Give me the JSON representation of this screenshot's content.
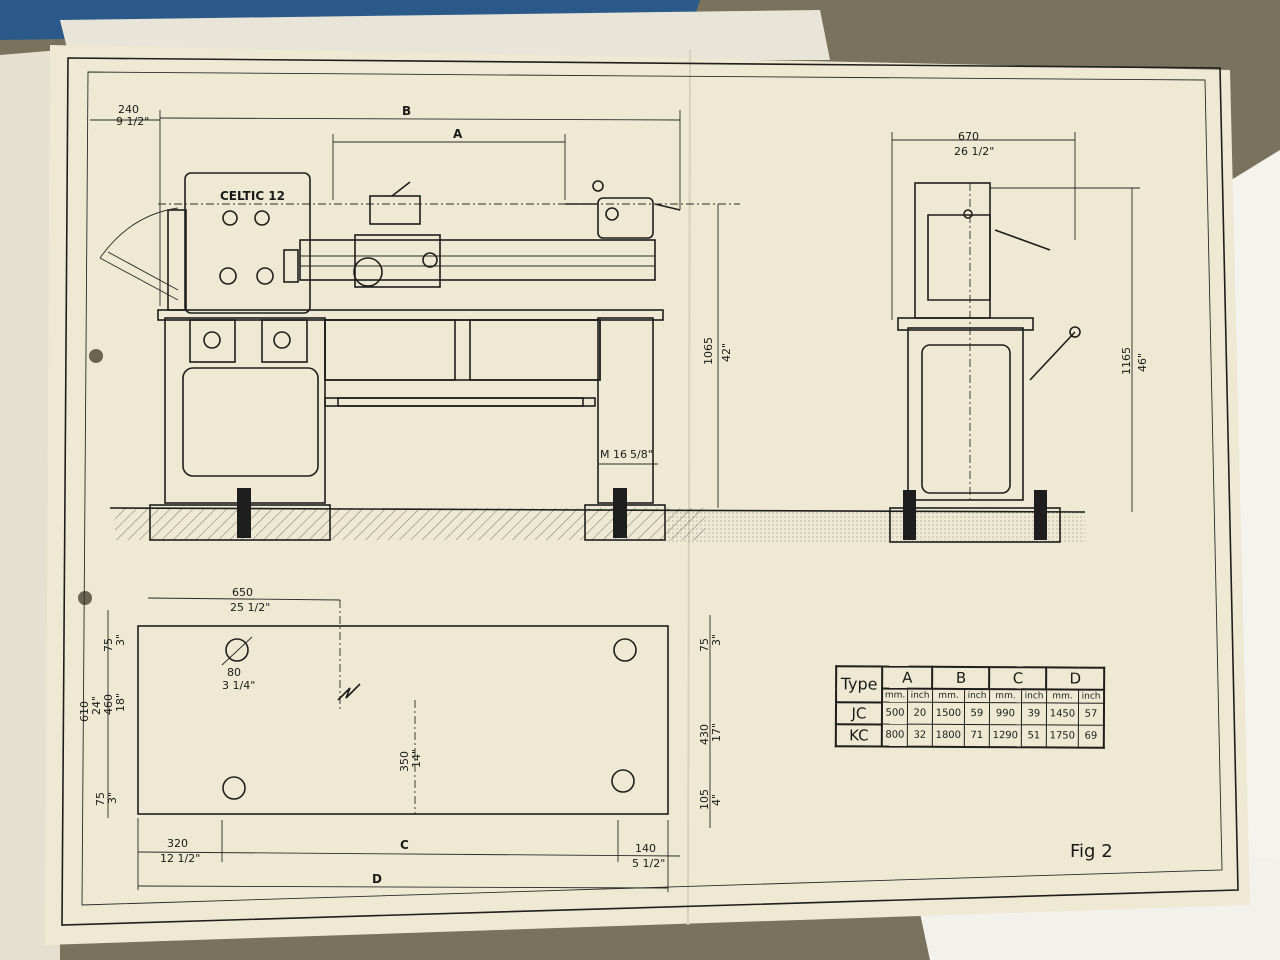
{
  "sheet": {
    "figure_label": "Fig 2",
    "brand": "CELTIC 12",
    "thread_callout": "M 16",
    "thread_inch": "5/8\""
  },
  "front_view": {
    "dim_headstock_mm": "240",
    "dim_headstock_in": "9 1/2\"",
    "dim_B": "B",
    "dim_A": "A",
    "height_mm": "1065",
    "height_in": "42\""
  },
  "side_view": {
    "width_mm": "670",
    "width_in": "26 1/2\"",
    "height_mm": "1165",
    "height_in": "46\""
  },
  "foundation_plan": {
    "top_width_mm": "650",
    "top_width_in": "25 1/2\"",
    "edge_top_mm": "75",
    "edge_top_in": "3\"",
    "depth_mm": "610",
    "depth_in": "24\"",
    "inner_mm": "460",
    "inner_in": "18\"",
    "edge_bottom_mm": "75",
    "edge_bottom_in": "3\"",
    "hole_mm": "80",
    "hole_in": "3 1/4\"",
    "center_mm": "350",
    "center_in": "14\"",
    "right_top_mm": "75",
    "right_top_in": "3\"",
    "right_span_mm": "430",
    "right_span_in": "17\"",
    "right_bottom_mm": "105",
    "right_bottom_in": "4\"",
    "left_offset_mm": "320",
    "left_offset_in": "12 1/2\"",
    "dim_C": "C",
    "right_offset_mm": "140",
    "right_offset_in": "5 1/2\"",
    "dim_D": "D"
  },
  "type_table": {
    "title": "Type",
    "groups": [
      "A",
      "B",
      "C",
      "D"
    ],
    "units": [
      "mm.",
      "inch",
      "mm.",
      "inch",
      "mm.",
      "inch",
      "mm.",
      "inch"
    ],
    "rows": [
      {
        "type": "JC",
        "values": [
          "500",
          "20",
          "1500",
          "59",
          "990",
          "39",
          "1450",
          "57"
        ]
      },
      {
        "type": "KC",
        "values": [
          "800",
          "32",
          "1800",
          "71",
          "1290",
          "51",
          "1750",
          "69"
        ]
      }
    ]
  },
  "colors": {
    "paper": "#efe9d3",
    "ink": "#1e1e1e",
    "background": "#6b6450"
  }
}
